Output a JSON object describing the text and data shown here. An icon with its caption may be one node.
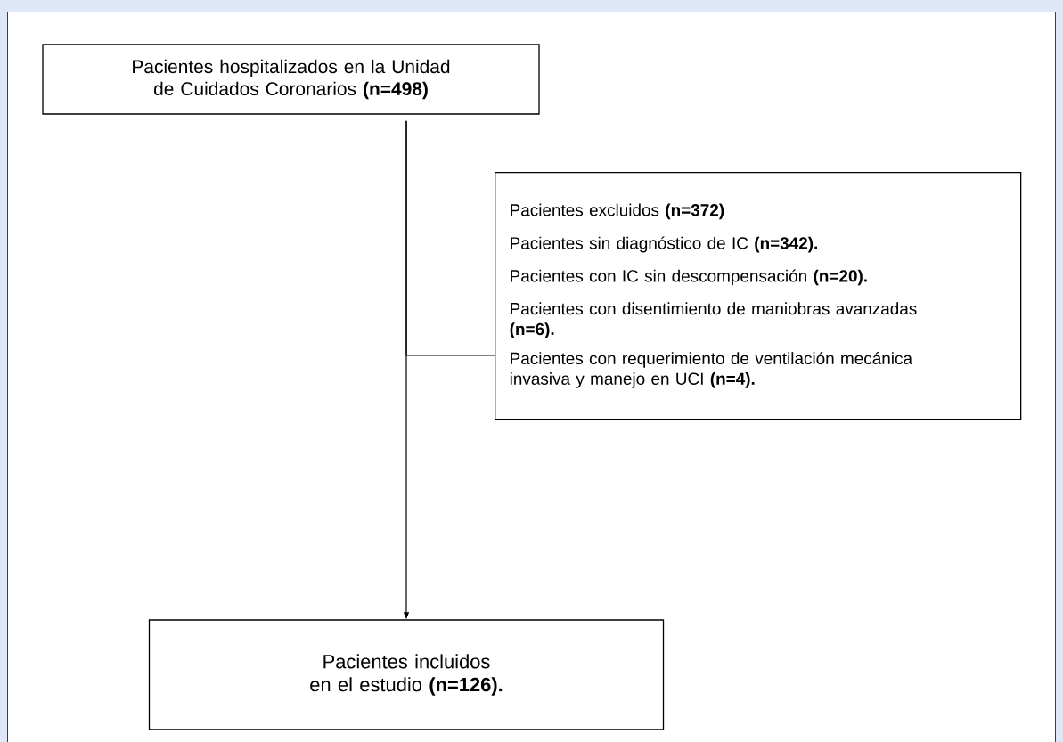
{
  "diagram": {
    "nodes": [
      {
        "text": [
          "Pacientes hospitalizados en la Unidad de Cuidados Coronarios **(n=498)**"
        ]
      },
      {
        "text": [
          "Pacientes excluidos **(n=372)**",
          "Pacientes sin diagnóstico de IC **(n=342).**",
          "Pacientes con IC sin descompensación **(n=20).**",
          "Pacientes con disentimiento de maniobras avanzadas **(n=6).**",
          "Pacientes con requerimiento de ventilación mecánica invasiva y manejo en UCI **(n=4).**"
        ]
      },
      {
        "text": [
          "Pacientes incluidos en el estudio **(n=126).**"
        ]
      }
    ],
    "edges": [
      {
        "from": 0,
        "to": 2,
        "arrow": "to"
      },
      {
        "from": 0,
        "to": 1,
        "arrow": "none"
      }
    ]
  }
}
